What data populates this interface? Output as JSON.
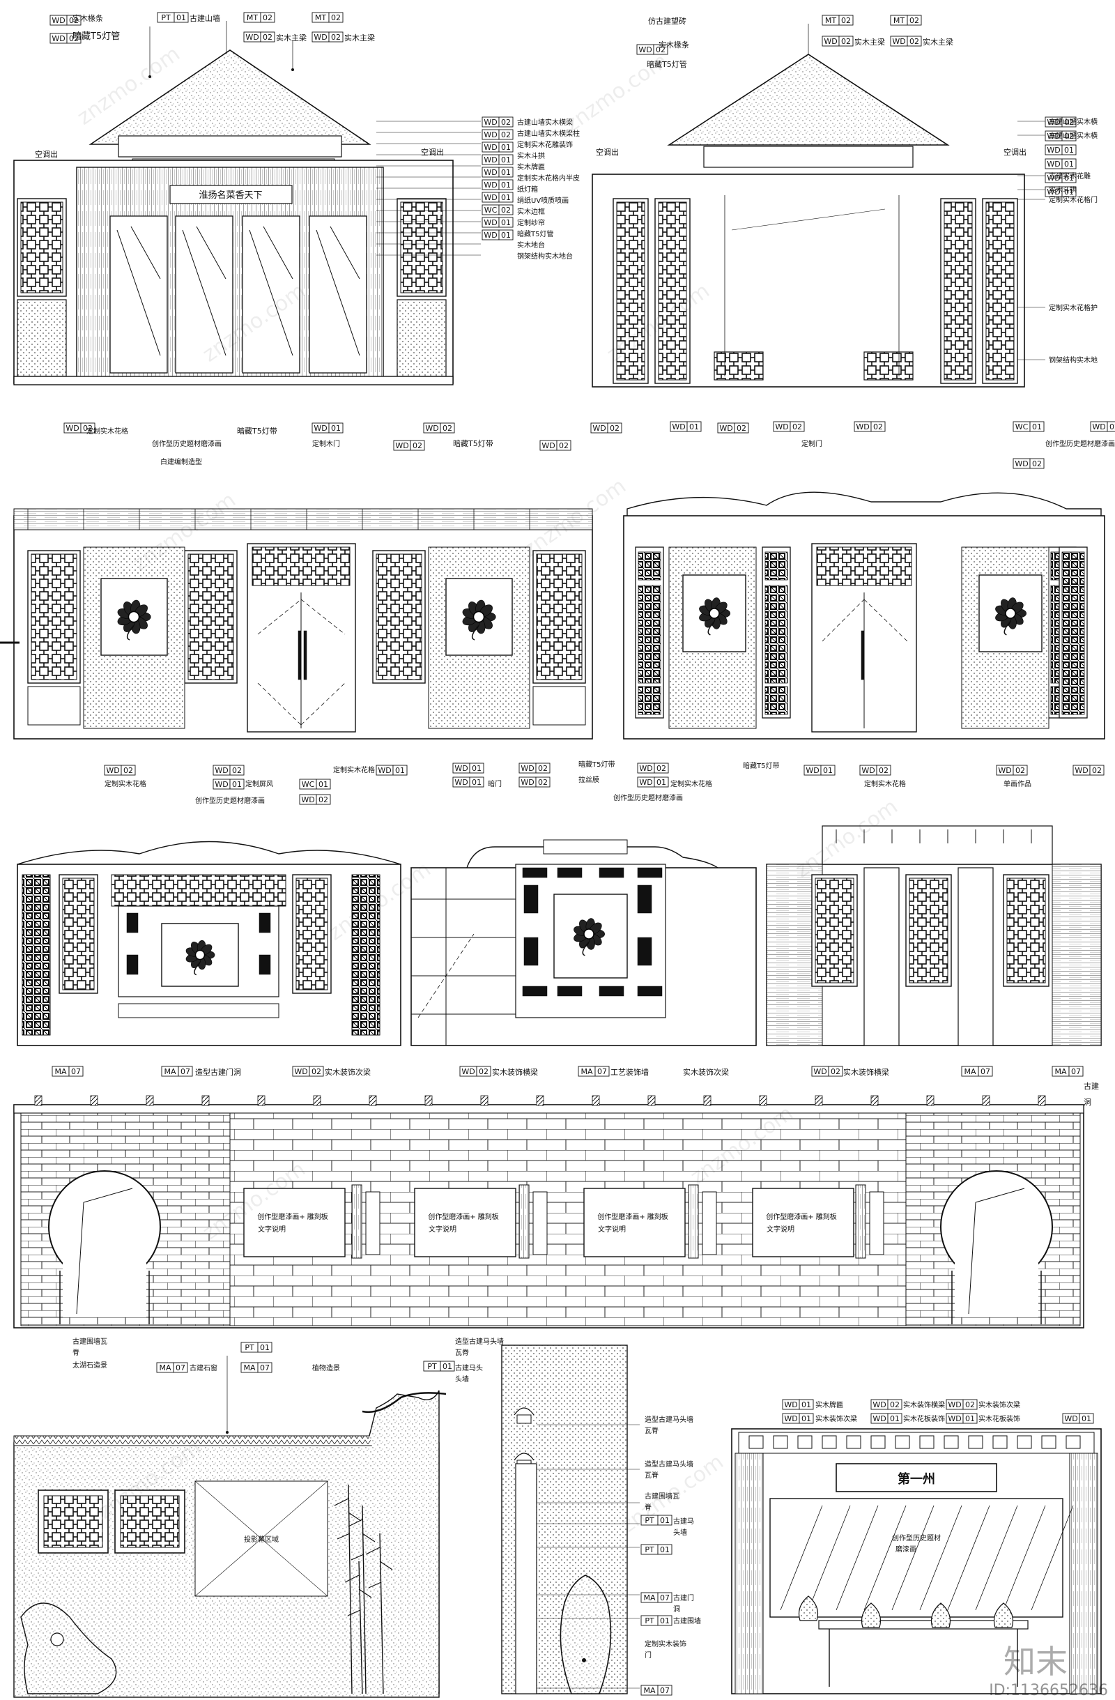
{
  "drawing": {
    "panel1": {
      "plaque": "淮扬名菜香天下",
      "tags_left": [
        [
          "WD",
          "02"
        ],
        [
          "PT",
          "01"
        ],
        [
          "MT",
          "02"
        ],
        [
          "WD",
          "02"
        ],
        [
          "MT",
          "02"
        ],
        [
          "WD",
          "02"
        ]
      ],
      "notes_left": [
        "实木椽条",
        "暗藏T5灯管",
        "古建山墙",
        "实木主梁",
        "实木主梁"
      ],
      "tags_right": [
        [
          "WD",
          "02"
        ],
        [
          "WD",
          "02"
        ],
        [
          "WD",
          "01"
        ],
        [
          "WD",
          "01"
        ],
        [
          "WD",
          "01"
        ],
        [
          "WD",
          "01"
        ],
        [
          "WD",
          "01"
        ],
        [
          "WC",
          "02"
        ],
        [
          "WD",
          "01"
        ],
        [
          "WD",
          "01"
        ]
      ],
      "notes_right": [
        "古建山墙实木横梁",
        "古建山墙实木横梁柱",
        "定制实木花雕装饰",
        "实木斗拱",
        "实木牌匾",
        "定制实木花格内半皮",
        "纸灯箱",
        "绢纸UV喷质喷画",
        "实木边框",
        "定制纱帘",
        "暗藏T5灯管",
        "实木地台",
        "钢架结构实木地台"
      ],
      "side_left": "空调出",
      "side_right": "空调出"
    },
    "panel2": {
      "tags_top": [
        [
          "MT",
          "02"
        ],
        [
          "WD",
          "02"
        ],
        [
          "MT",
          "02"
        ],
        [
          "WD",
          "02"
        ]
      ],
      "tag_left": [
        "WD",
        "02"
      ],
      "notes_top": [
        "仿古建望砖",
        "实木椽条",
        "暗藏T5灯管",
        "实木主梁",
        "实木主梁"
      ],
      "tags_right": [
        [
          "WD",
          "02"
        ],
        [
          "WD",
          "02"
        ],
        [
          "WD",
          "01"
        ],
        [
          "WD",
          "01"
        ],
        [
          "WD",
          "01"
        ],
        [
          "WD",
          "01"
        ]
      ],
      "notes_right": [
        "古建山墙实木横",
        "古建山墙实木横",
        "古建实木花雕",
        "实木斗拱",
        "定制实木花格门",
        "定制实木花格护",
        "钢架结构实木地"
      ],
      "side_left": "空调出",
      "side_right": "空调出"
    },
    "panel3": {
      "tags": [
        [
          "WD",
          "02"
        ],
        [
          "WD",
          "01"
        ],
        [
          "WD",
          "02"
        ],
        [
          "WD",
          "02"
        ],
        [
          "WD",
          "02"
        ]
      ],
      "notes": [
        "定制实木花格",
        "创作型历史题材磨漆画",
        "白建编制造型",
        "暗藏T5灯带",
        "定制木门",
        "暗藏T5灯带"
      ]
    },
    "panel4": {
      "tags": [
        [
          "WD",
          "01"
        ],
        [
          "WD",
          "02"
        ],
        [
          "WD",
          "02"
        ],
        [
          "WC",
          "01"
        ],
        [
          "WD",
          "02"
        ]
      ],
      "notes": [
        "定制门",
        "创作型历史题材磨漆画"
      ]
    },
    "panel5": {
      "tags": [
        [
          "WD",
          "02"
        ],
        [
          "WD",
          "02"
        ],
        [
          "WD",
          "01"
        ],
        [
          "WC",
          "01"
        ],
        [
          "WD",
          "02"
        ],
        [
          "WD",
          "01"
        ]
      ],
      "notes": [
        "定制实木花格",
        "定制屏风",
        "创作型历史题材磨漆画",
        "定制实木花格"
      ]
    },
    "panel6": {
      "tags": [
        [
          "WD",
          "01"
        ],
        [
          "WD",
          "01"
        ],
        [
          "WD",
          "02"
        ],
        [
          "WD",
          "02"
        ],
        [
          "WD",
          "02"
        ],
        [
          "WD",
          "01"
        ]
      ],
      "notes": [
        "暗藏T5灯带",
        "暗门",
        "拉丝膜",
        "定制实木花格",
        "创作型历史题材磨漆画",
        "暗藏T5灯带"
      ]
    },
    "panel7": {
      "tags": [
        [
          "WD",
          "01"
        ],
        [
          "WD",
          "02"
        ],
        [
          "WD",
          "02"
        ]
      ],
      "notes": [
        "定制实木花格",
        "单画作品"
      ]
    },
    "panel8": {
      "tags": [
        [
          "MA",
          "07"
        ],
        [
          "MA",
          "07"
        ],
        [
          "WD",
          "02"
        ],
        [
          "WD",
          "02"
        ],
        [
          "MA",
          "07"
        ],
        [
          "WD",
          "02"
        ],
        [
          "MA",
          "07"
        ],
        [
          "MA",
          "07"
        ]
      ],
      "notes": [
        "造型古建门洞",
        "实木装饰次梁",
        "实木装饰横梁",
        "工艺装饰墙",
        "实木装饰次梁",
        "实木装饰横梁",
        "古建",
        "洞"
      ],
      "plaque_lines": [
        "创作型磨漆画+ 雕刻板",
        "文字说明"
      ]
    },
    "panel9": {
      "tags": [
        [
          "MA",
          "07"
        ],
        [
          "MA",
          "07"
        ],
        [
          "PT",
          "01"
        ],
        [
          "PT",
          "01"
        ]
      ],
      "notes": [
        "古建围墙瓦",
        "脊",
        "太湖石造景",
        "古建石窗",
        "植物造景",
        "造型古建马头墙",
        "瓦脊",
        "古建马头",
        "头墙"
      ],
      "center_label": "投影幕区域"
    },
    "panel10": {
      "tags": [
        [
          "PT",
          "01"
        ],
        [
          "PT",
          "01"
        ],
        [
          "MA",
          "07"
        ],
        [
          "PT",
          "01"
        ],
        [
          "MA",
          "07"
        ]
      ],
      "notes": [
        "造型古建马头墙",
        "瓦脊",
        "造型古建马头墙",
        "瓦脊",
        "古建围墙瓦",
        "脊",
        "古建马",
        "头墙",
        "古建门",
        "洞",
        "古建围墙",
        "定制实木装饰",
        "门"
      ]
    },
    "panel11": {
      "tags": [
        [
          "WD",
          "01"
        ],
        [
          "WD",
          "01"
        ],
        [
          "WD",
          "02"
        ],
        [
          "WD",
          "02"
        ],
        [
          "WD",
          "01"
        ],
        [
          "WD",
          "01"
        ],
        [
          "WD",
          "01"
        ]
      ],
      "notes": [
        "实木牌匾",
        "实木装饰次梁",
        "实木装饰横梁",
        "实木装饰次梁",
        "实木花板装饰",
        "实木花板装饰"
      ],
      "plaque": "第一州",
      "mural_lines": [
        "创作型历史题材",
        "磨漆画"
      ]
    },
    "watermark": {
      "site": "znzmo.com",
      "brand": "知末",
      "id_label": "ID:1136652636"
    }
  }
}
